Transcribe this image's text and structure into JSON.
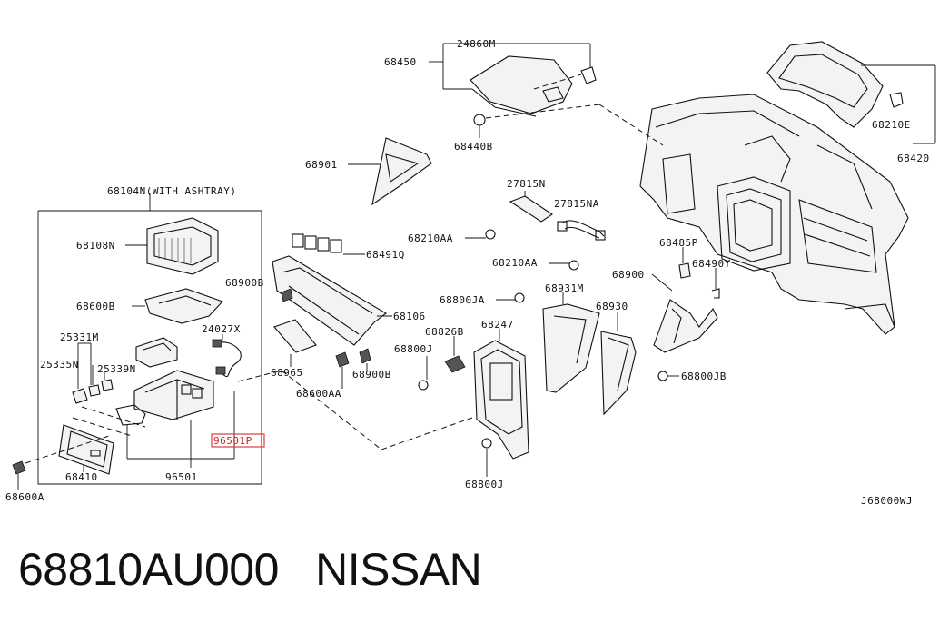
{
  "diagram_code": "J68000WJ",
  "footer": {
    "part_number": "68810AU000",
    "brand": "NISSAN"
  },
  "highlight": {
    "label": "96501P",
    "color": "#e23b3b"
  },
  "labels": {
    "l24860m": "24860M",
    "l68450": "68450",
    "l68440b": "68440B",
    "l68901": "68901",
    "l68210e": "68210E",
    "l68420": "68420",
    "l68104n": "68104N(WITH ASHTRAY)",
    "l68108n": "68108N",
    "l68600b": "68600B",
    "l25331m": "25331M",
    "l25335n": "25335N",
    "l25339n": "25339N",
    "l24027x": "24027X",
    "l96501": "96501",
    "l68410": "68410",
    "l68600a": "68600A",
    "l68491q": "68491Q",
    "l68900b_top": "68900B",
    "l68106": "68106",
    "l68965": "68965",
    "l68600aa": "68600AA",
    "l68900b_bot": "68900B",
    "l27815n": "27815N",
    "l27815na": "27815NA",
    "l68210aa_1": "68210AA",
    "l68210aa_2": "68210AA",
    "l68800ja": "68800JA",
    "l68826b": "68826B",
    "l68247": "68247",
    "l68800j_1": "68800J",
    "l68800j_2": "68800J",
    "l68931m": "68931M",
    "l68930": "68930",
    "l68485p": "68485P",
    "l68490y": "68490Y",
    "l68900": "68900",
    "l68800jb": "68800JB"
  }
}
